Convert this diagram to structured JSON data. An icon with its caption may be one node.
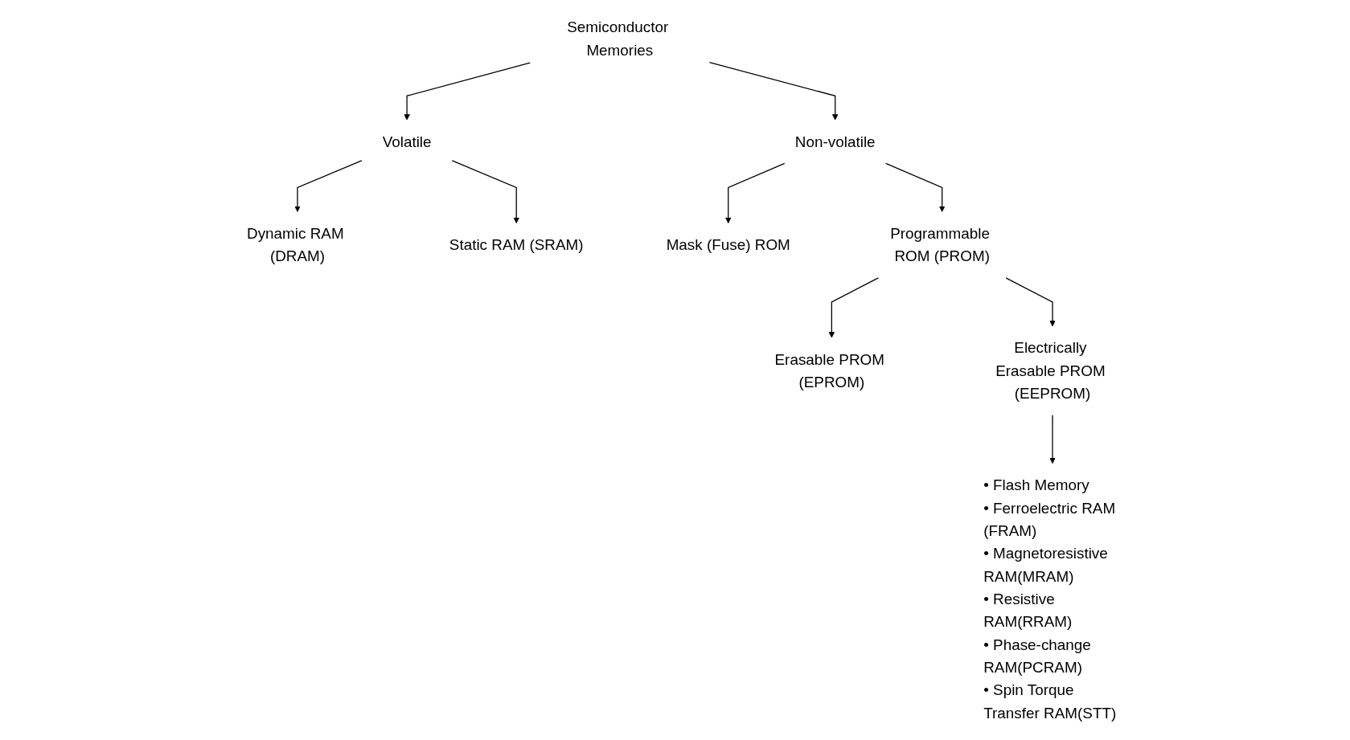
{
  "diagram": {
    "nodes": [
      {
        "text": [
          "Semiconductor Memories"
        ]
      },
      {
        "text": [
          "Volatile"
        ]
      },
      {
        "text": [
          "Non-volatile"
        ]
      },
      {
        "text": [
          "Dynamic RAM (DRAM)"
        ]
      },
      {
        "text": [
          "Static RAM (SRAM)"
        ]
      },
      {
        "text": [
          "Mask (Fuse) ROM"
        ]
      },
      {
        "text": [
          "Programmable ROM (PROM)"
        ]
      },
      {
        "text": [
          "Erasable PROM (EPROM)"
        ]
      },
      {
        "text": [
          "Electrically Erasable PROM (EEPROM)"
        ]
      },
      {
        "text": [
          "• Flash Memory",
          "• Ferroelectric RAM (FRAM)",
          "• Magnetoresistive RAM(MRAM)",
          "• Resistive RAM(RRAM)",
          "• Phase-change RAM(PCRAM)",
          "• Spin Torque Transfer RAM(STT)"
        ]
      }
    ],
    "edges": [
      {
        "from": 0,
        "to": 1,
        "arrow": "to"
      },
      {
        "from": 0,
        "to": 2,
        "arrow": "to"
      },
      {
        "from": 1,
        "to": 3,
        "arrow": "to"
      },
      {
        "from": 1,
        "to": 4,
        "arrow": "to"
      },
      {
        "from": 2,
        "to": 5,
        "arrow": "to"
      },
      {
        "from": 2,
        "to": 6,
        "arrow": "to"
      },
      {
        "from": 6,
        "to": 7,
        "arrow": "to"
      },
      {
        "from": 6,
        "to": 8,
        "arrow": "to"
      },
      {
        "from": 8,
        "to": 9,
        "arrow": "to"
      }
    ]
  }
}
